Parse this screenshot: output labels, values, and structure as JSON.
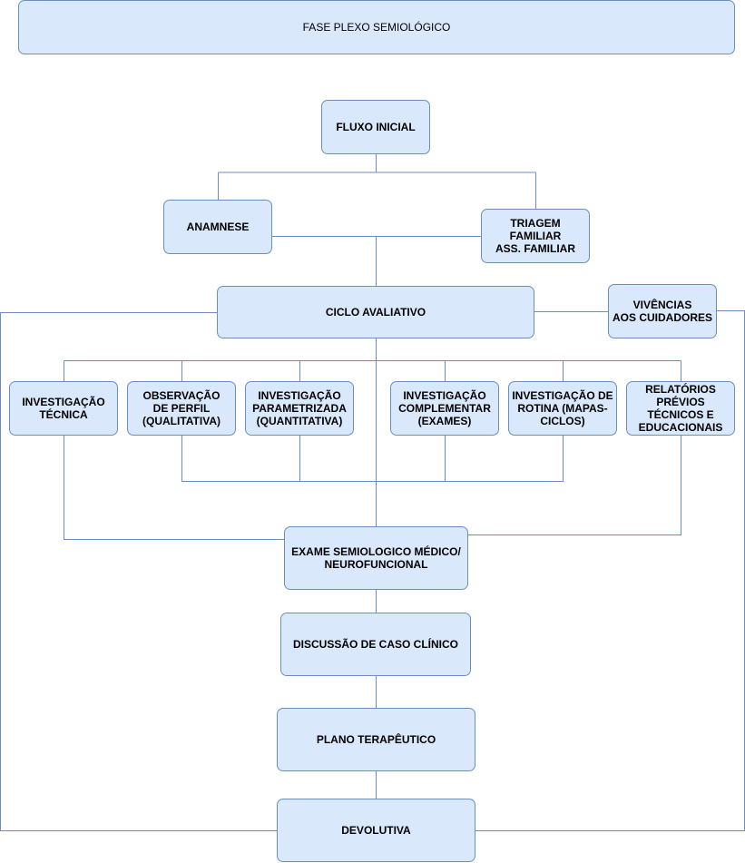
{
  "diagram": {
    "title": "FASE PLEXO SEMIOLÓGICO",
    "nodes": {
      "fluxo_inicial": "FLUXO INICIAL",
      "anamnese": "ANAMNESE",
      "triagem": "TRIAGEM FAMILIAR\nASS. FAMILIAR",
      "ciclo": "CICLO AVALIATIVO",
      "vivencias": "VIVÊNCIAS\nAOS CUIDADORES",
      "inv_tecnica": "INVESTIGAÇÃO\nTÉCNICA",
      "observacao": "OBSERVAÇÃO\nDE PERFIL\n(QUALITATIVA)",
      "inv_parametrizada": "INVESTIGAÇÃO\nPARAMETRIZADA\n(QUANTITATIVA)",
      "inv_complementar": "INVESTIGAÇÃO\nCOMPLEMENTAR\n(EXAMES)",
      "inv_rotina": "INVESTIGAÇÃO DE\nROTINA (MAPAS-\nCICLOS)",
      "relatorios": "RELATÓRIOS\nPRÉVIOS\nTÉCNICOS E\nEDUCACIONAIS",
      "exame": "EXAME SEMIOLOGICO MÉDICO/\nNEUROFUNCIONAL",
      "discussao": "DISCUSSÃO DE CASO CLÍNICO",
      "plano": "PLANO TERAPÊUTICO",
      "devolutiva": "DEVOLUTIVA"
    }
  },
  "colors": {
    "node_fill": "#dae8fc",
    "node_stroke": "#6c8ebf",
    "edge": "#6c8ebf"
  }
}
